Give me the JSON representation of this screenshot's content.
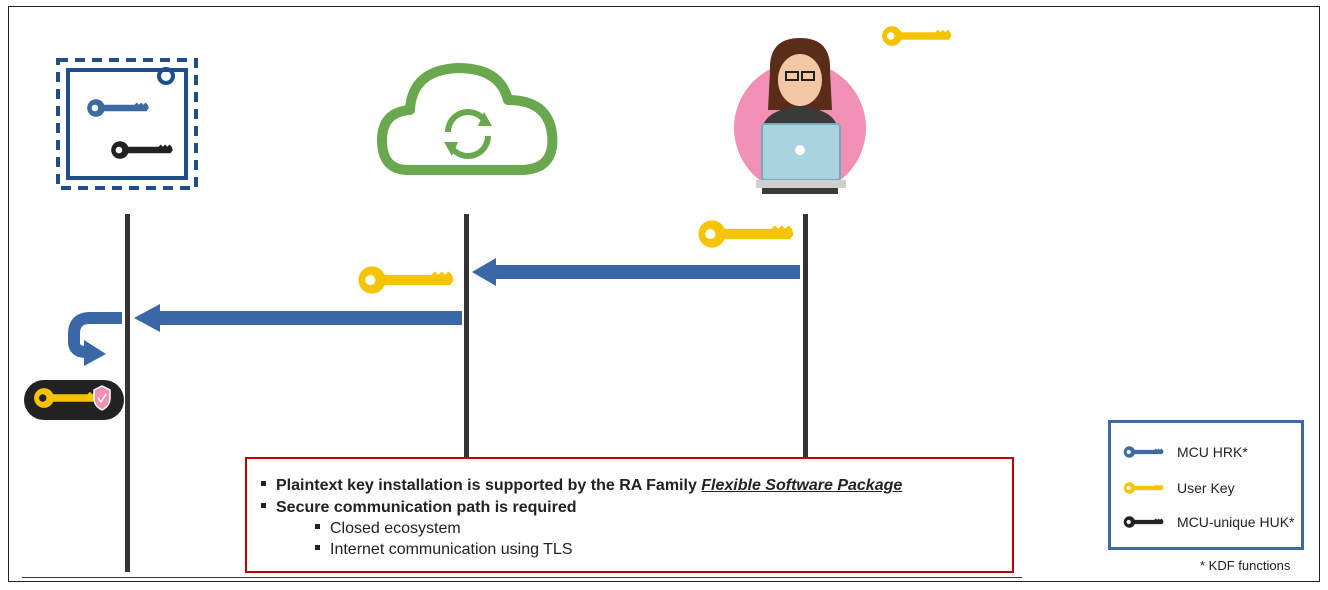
{
  "info_box": {
    "bullet1_prefix": "Plaintext key installation is supported by the RA Family ",
    "bullet1_link": "Flexible Software Package",
    "bullet2": "Secure communication path is required",
    "sub1": "Closed ecosystem",
    "sub2": "Internet communication using TLS"
  },
  "legend": {
    "items": [
      {
        "label": "MCU HRK*",
        "icon": "blue-key-icon",
        "color": "#3d6aa3"
      },
      {
        "label": "User Key",
        "icon": "yellow-key-icon",
        "color": "#f5c400"
      },
      {
        "label": "MCU-unique HUK*",
        "icon": "black-key-icon",
        "color": "#222222"
      }
    ]
  },
  "footnote": "* KDF functions",
  "colors": {
    "mcu_blue": "#1f4e8c",
    "arrow_blue": "#3a67a6",
    "cloud_green": "#6aa84f",
    "user_key_yellow": "#f5c400",
    "avatar_pink": "#f28fb4",
    "info_border_red": "#c00000"
  }
}
